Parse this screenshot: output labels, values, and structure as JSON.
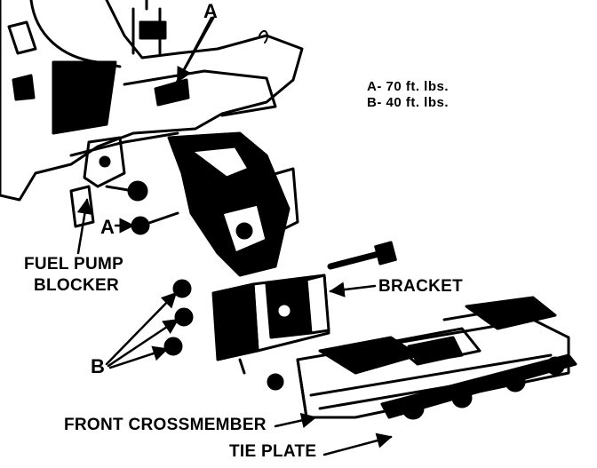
{
  "torque_specs": [
    {
      "key": "A",
      "text": "A- 70 ft. lbs."
    },
    {
      "key": "B",
      "text": "B- 40 ft. lbs."
    }
  ],
  "callouts": {
    "fuel_pump_blocker_line1": "FUEL PUMP",
    "fuel_pump_blocker_line2": "BLOCKER",
    "bracket": "BRACKET",
    "front_crossmember": "FRONT CROSSMEMBER",
    "tie_plate": "TIE PLATE"
  },
  "letters": {
    "a_top": "A",
    "a_left": "A",
    "b": "B"
  }
}
